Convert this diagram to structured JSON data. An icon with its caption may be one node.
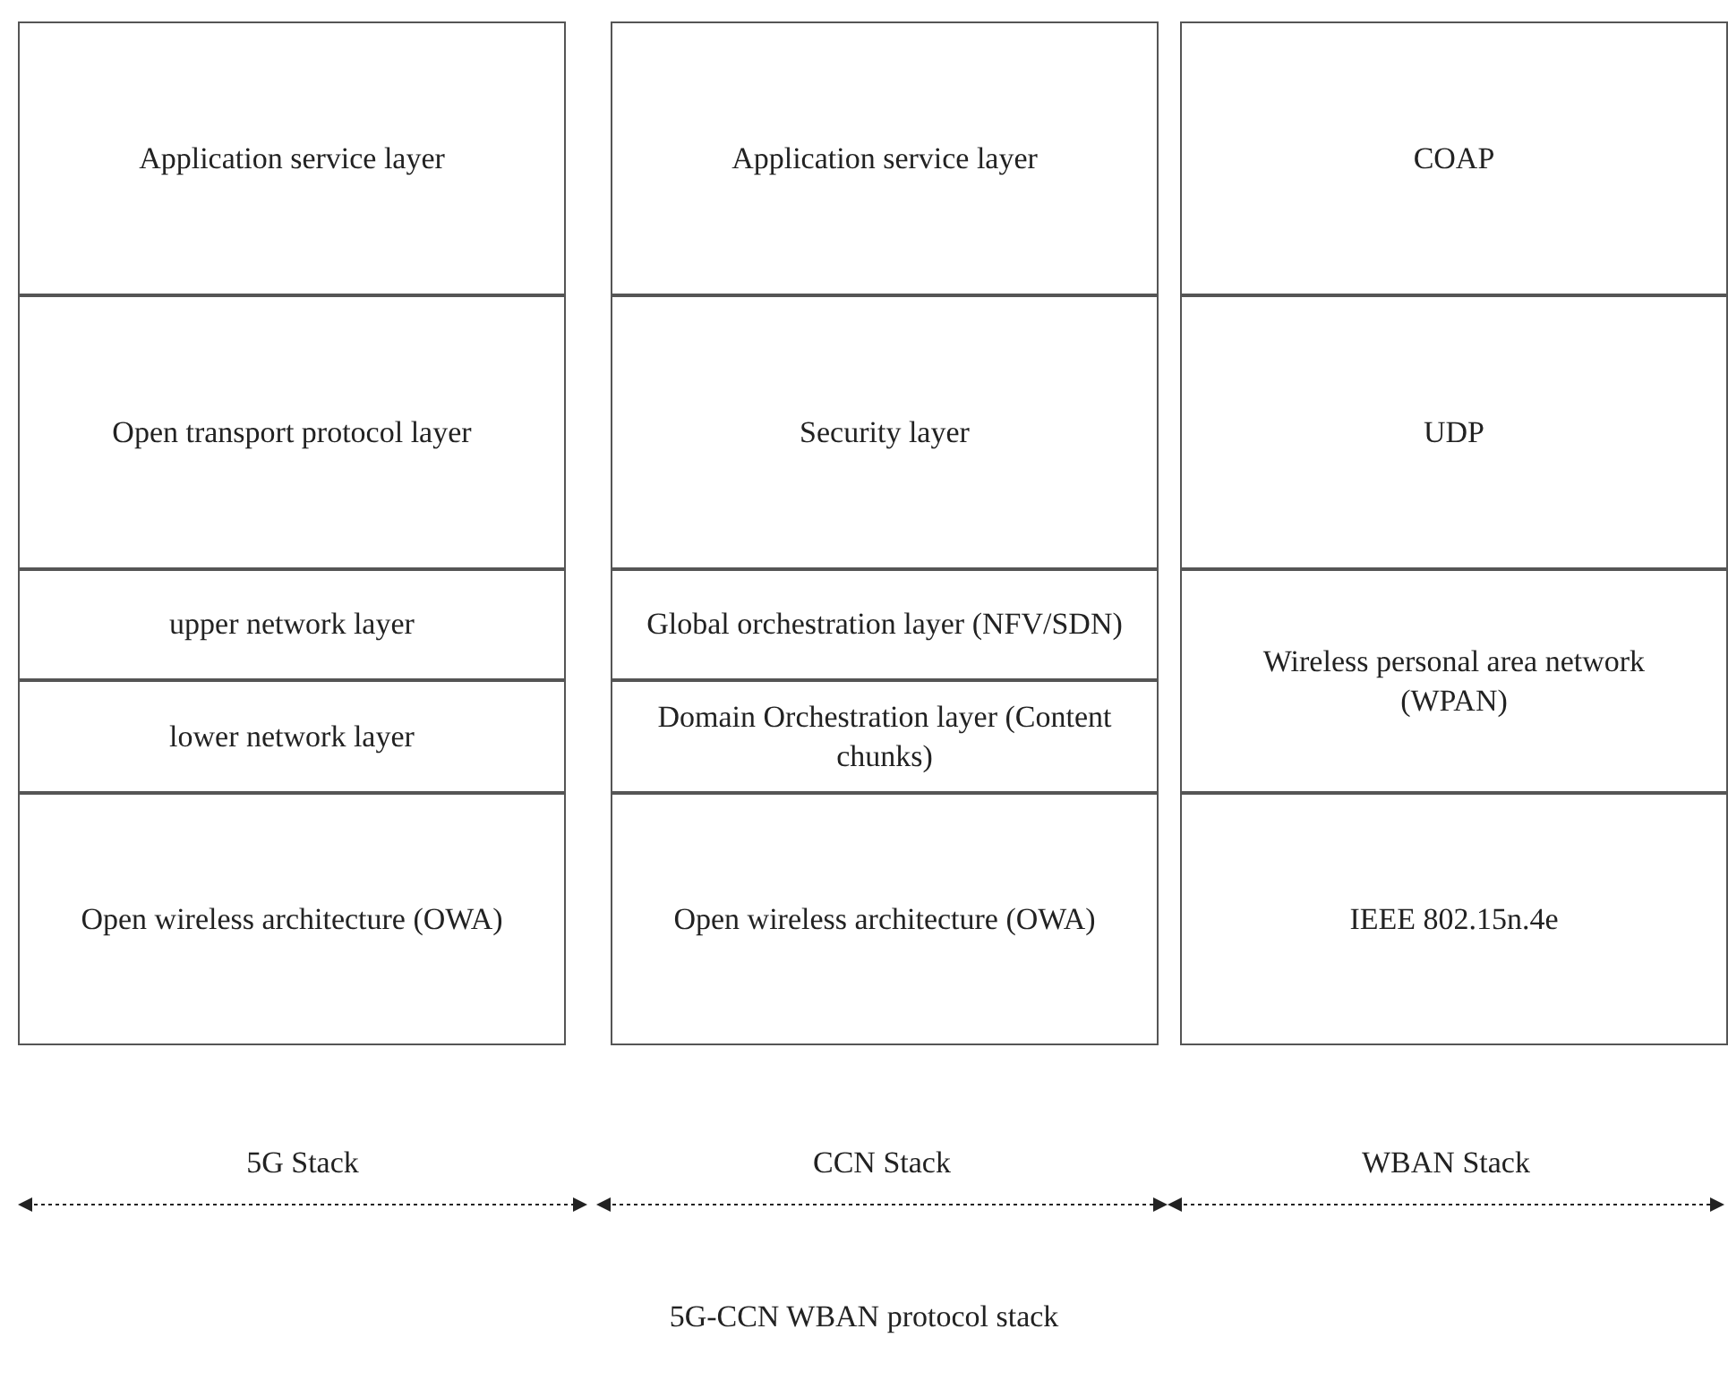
{
  "diagram": {
    "caption": "5G-CCN WBAN protocol stack",
    "nodes": [
      {
        "text": [
          "Application service layer"
        ]
      },
      {
        "text": [
          "Open transport protocol layer"
        ]
      },
      {
        "text": [
          "upper network layer"
        ]
      },
      {
        "text": [
          "lower network layer"
        ]
      },
      {
        "text": [
          "Open wireless architecture (OWA)"
        ]
      },
      {
        "text": [
          "Application service layer"
        ]
      },
      {
        "text": [
          "Security layer"
        ]
      },
      {
        "text": [
          "Global orchestration layer (NFV/SDN)"
        ]
      },
      {
        "text": [
          "Domain Orchestration layer (Content chunks)"
        ]
      },
      {
        "text": [
          "Open wireless architecture (OWA)"
        ]
      },
      {
        "text": [
          "COAP"
        ]
      },
      {
        "text": [
          "UDP"
        ]
      },
      {
        "text": [
          "Wireless personal area network (WPAN)"
        ]
      },
      {
        "text": [
          "IEEE 802.15n.4e"
        ]
      }
    ],
    "labels": [
      "5G Stack",
      "CCN Stack",
      "WBAN Stack"
    ]
  }
}
